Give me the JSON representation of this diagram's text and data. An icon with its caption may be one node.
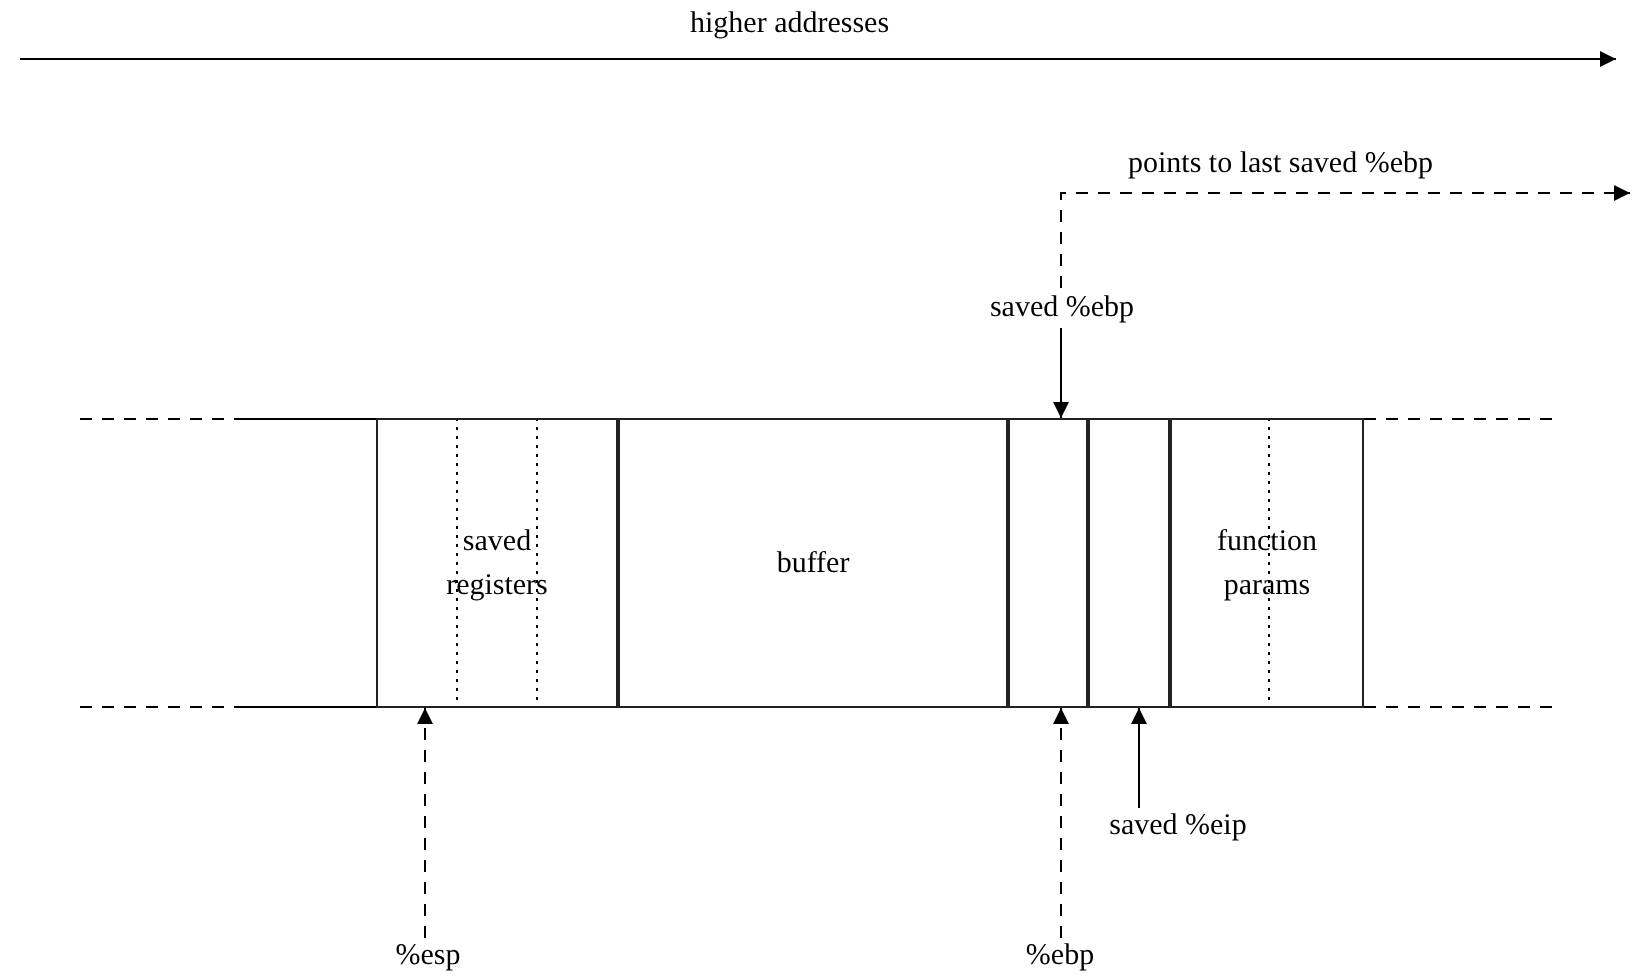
{
  "diagram": {
    "nodes": [
      {
        "text": [
          "saved registers"
        ]
      },
      {
        "text": [
          "buffer"
        ]
      },
      {
        "text": [],
        "shape": "box"
      },
      {
        "text": [],
        "shape": "box"
      },
      {
        "text": [
          "function params"
        ]
      },
      {
        "text": [
          "saved %ebp"
        ]
      },
      {
        "text": [
          "%esp"
        ]
      },
      {
        "text": [
          "%ebp"
        ]
      },
      {
        "text": [
          "saved %eip"
        ]
      }
    ],
    "edges": [
      {
        "from": 5,
        "to": 2,
        "arrow": "to"
      },
      {
        "from": 6,
        "to": 0,
        "arrow": "to",
        "style": "dashed"
      },
      {
        "from": 7,
        "to": 2,
        "arrow": "to",
        "style": "dashed"
      },
      {
        "from": 8,
        "to": 3,
        "arrow": "to"
      },
      {
        "from": 5,
        "to": null,
        "arrow": "to",
        "style": "dashed",
        "label": "points to last saved %ebp"
      }
    ],
    "labels": [
      "higher addresses"
    ]
  }
}
